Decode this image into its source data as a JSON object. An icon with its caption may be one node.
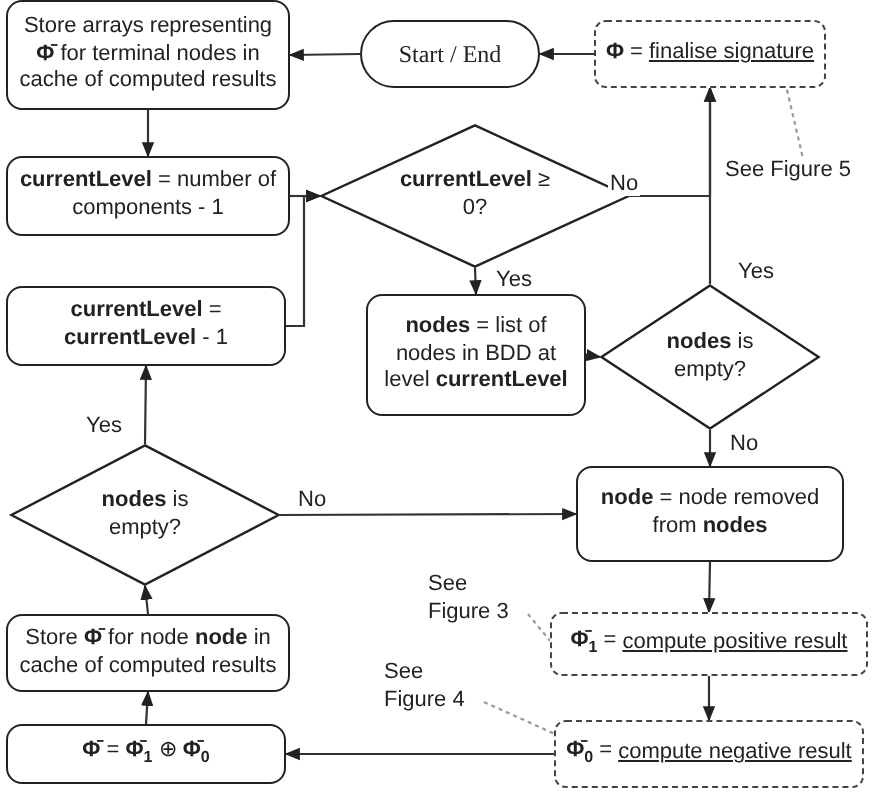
{
  "diagram": {
    "nodes": [
      {
        "text": [
          "Start / End"
        ]
      },
      {
        "text": [
          "**Φ** =",
          "finalise signature"
        ]
      },
      {
        "text": [
          "Store arrays representing **Φ̄** for terminal nodes in cache of computed results"
        ]
      },
      {
        "text": [
          "**currentLevel** = number of components - 1"
        ]
      },
      {
        "text": [
          "**currentLevel** ≥ 0?"
        ]
      },
      {
        "text": [
          "**currentLevel** = **currentLevel** - 1"
        ]
      },
      {
        "text": [
          "**nodes** = list of nodes in BDD at level **currentLevel**"
        ]
      },
      {
        "text": [
          "**nodes** is empty?"
        ]
      },
      {
        "text": [
          "**nodes** is empty?"
        ]
      },
      {
        "text": [
          "**node** = node removed from **nodes**"
        ]
      },
      {
        "text": [
          "**Φ̄**$_{1}$ =",
          "compute positive result"
        ]
      },
      {
        "text": [
          "**Φ̄**$_{0}$ =",
          "compute negative result"
        ]
      },
      {
        "text": [
          "Store **Φ̄** for node **node** in cache of computed results"
        ]
      },
      {
        "text": [
          "**Φ̄** = **Φ̄**$_{1}$ ⊕ **Φ̄**$_{0}$"
        ]
      },
      {
        "text": [
          "See Figure 5"
        ]
      },
      {
        "text": [
          "See Figure 3"
        ]
      },
      {
        "text": [
          "See Figure 4"
        ]
      }
    ],
    "edges": [
      {
        "from": 0,
        "to": 2,
        "arrow": "to"
      },
      {
        "from": 1,
        "to": 0,
        "arrow": "to"
      },
      {
        "from": 2,
        "to": 3,
        "arrow": "to"
      },
      {
        "from": 3,
        "to": 4,
        "arrow": "to"
      },
      {
        "from": 5,
        "to": 4,
        "arrow": "to"
      },
      {
        "from": 4,
        "to": 6,
        "label": "Yes",
        "arrow": "to"
      },
      {
        "from": 4,
        "to": 1,
        "label": "No",
        "arrow": "to"
      },
      {
        "from": 7,
        "to": 1,
        "label": "Yes",
        "arrow": "to"
      },
      {
        "from": 6,
        "to": 7,
        "arrow": "to"
      },
      {
        "from": 7,
        "to": 9,
        "label": "No",
        "arrow": "to"
      },
      {
        "from": 8,
        "to": 5,
        "label": "Yes",
        "arrow": "to"
      },
      {
        "from": 8,
        "to": 9,
        "label": "No",
        "arrow": "to"
      },
      {
        "from": 9,
        "to": 10,
        "arrow": "to"
      },
      {
        "from": 10,
        "to": 11,
        "arrow": "to"
      },
      {
        "from": 11,
        "to": 13,
        "arrow": "to"
      },
      {
        "from": 13,
        "to": 12,
        "arrow": "to"
      },
      {
        "from": 12,
        "to": 8,
        "arrow": "to"
      },
      {
        "from": 14,
        "to": 1,
        "arrow": "none",
        "style": "dashed",
        "color": "#999999"
      },
      {
        "from": 15,
        "to": 10,
        "arrow": "none",
        "style": "dashed",
        "color": "#999999"
      },
      {
        "from": 16,
        "to": 11,
        "arrow": "none",
        "style": "dashed",
        "color": "#999999"
      }
    ]
  }
}
